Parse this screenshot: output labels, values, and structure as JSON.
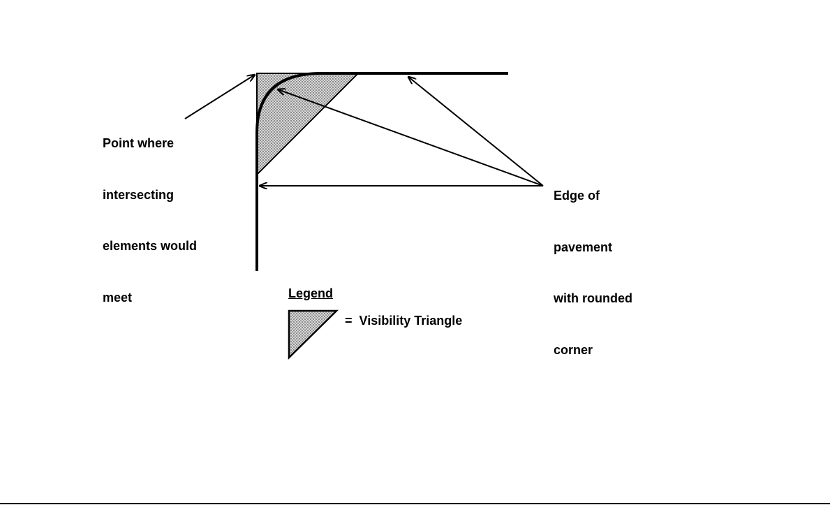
{
  "left_label": {
    "lines": [
      "Point where",
      "intersecting",
      "elements would",
      "meet"
    ]
  },
  "right_label": {
    "lines": [
      "Edge of",
      "pavement",
      "with rounded",
      "corner"
    ]
  },
  "legend": {
    "title": "Legend",
    "item_text": "=  Visibility Triangle"
  },
  "colors": {
    "fill": "#b0b0b0",
    "line": "#000000"
  }
}
